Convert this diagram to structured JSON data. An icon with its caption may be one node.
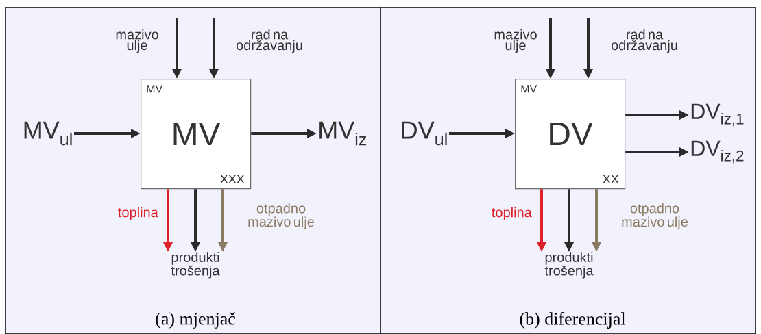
{
  "diagram": {
    "nodes": [
      {
        "text": [
          "(a) mjenjač"
        ]
      },
      {
        "text": [
          "MV",
          "MV",
          "XXX"
        ],
        "in": 0
      },
      {
        "text": [
          "MV$_{ul}$"
        ],
        "in": 0
      },
      {
        "text": [
          "MV$_{iz}$"
        ],
        "in": 0
      },
      {
        "text": [
          "produkti trošenja"
        ],
        "in": 0
      },
      {
        "text": [
          "(b) diferencijal"
        ]
      },
      {
        "text": [
          "MV",
          "DV",
          "XX"
        ],
        "in": 5
      },
      {
        "text": [
          "DV$_{ul}$"
        ],
        "in": 5
      },
      {
        "text": [
          "DV$_{iz,1}$"
        ],
        "in": 5
      },
      {
        "text": [
          "DV$_{iz,2}$"
        ],
        "in": 5
      },
      {
        "text": [
          "produkti trošenja"
        ],
        "in": 5
      }
    ],
    "edges": [
      {
        "from": null,
        "to": 1,
        "arrow": "to",
        "label": "mazivo ulje"
      },
      {
        "from": null,
        "to": 1,
        "arrow": "to",
        "label": "rad na održavanju"
      },
      {
        "from": 2,
        "to": 1,
        "arrow": "to"
      },
      {
        "from": 1,
        "to": 3,
        "arrow": "to"
      },
      {
        "from": 1,
        "to": 4,
        "arrow": "to",
        "label": "toplina",
        "color": "#e0202a"
      },
      {
        "from": 1,
        "to": 4,
        "arrow": "to"
      },
      {
        "from": 1,
        "to": 4,
        "arrow": "to",
        "label": "otpadno mazivo ulje",
        "color": "#8b7b63"
      },
      {
        "from": null,
        "to": 6,
        "arrow": "to",
        "label": "mazivo ulje"
      },
      {
        "from": null,
        "to": 6,
        "arrow": "to",
        "label": "rad na održavanju"
      },
      {
        "from": 7,
        "to": 6,
        "arrow": "to"
      },
      {
        "from": 6,
        "to": 8,
        "arrow": "to"
      },
      {
        "from": 6,
        "to": 9,
        "arrow": "to"
      },
      {
        "from": 6,
        "to": 10,
        "arrow": "to",
        "label": "toplina",
        "color": "#e0202a"
      },
      {
        "from": 6,
        "to": 10,
        "arrow": "to"
      },
      {
        "from": 6,
        "to": 10,
        "arrow": "to",
        "label": "otpadno mazivo ulje",
        "color": "#8b7b63"
      }
    ]
  }
}
